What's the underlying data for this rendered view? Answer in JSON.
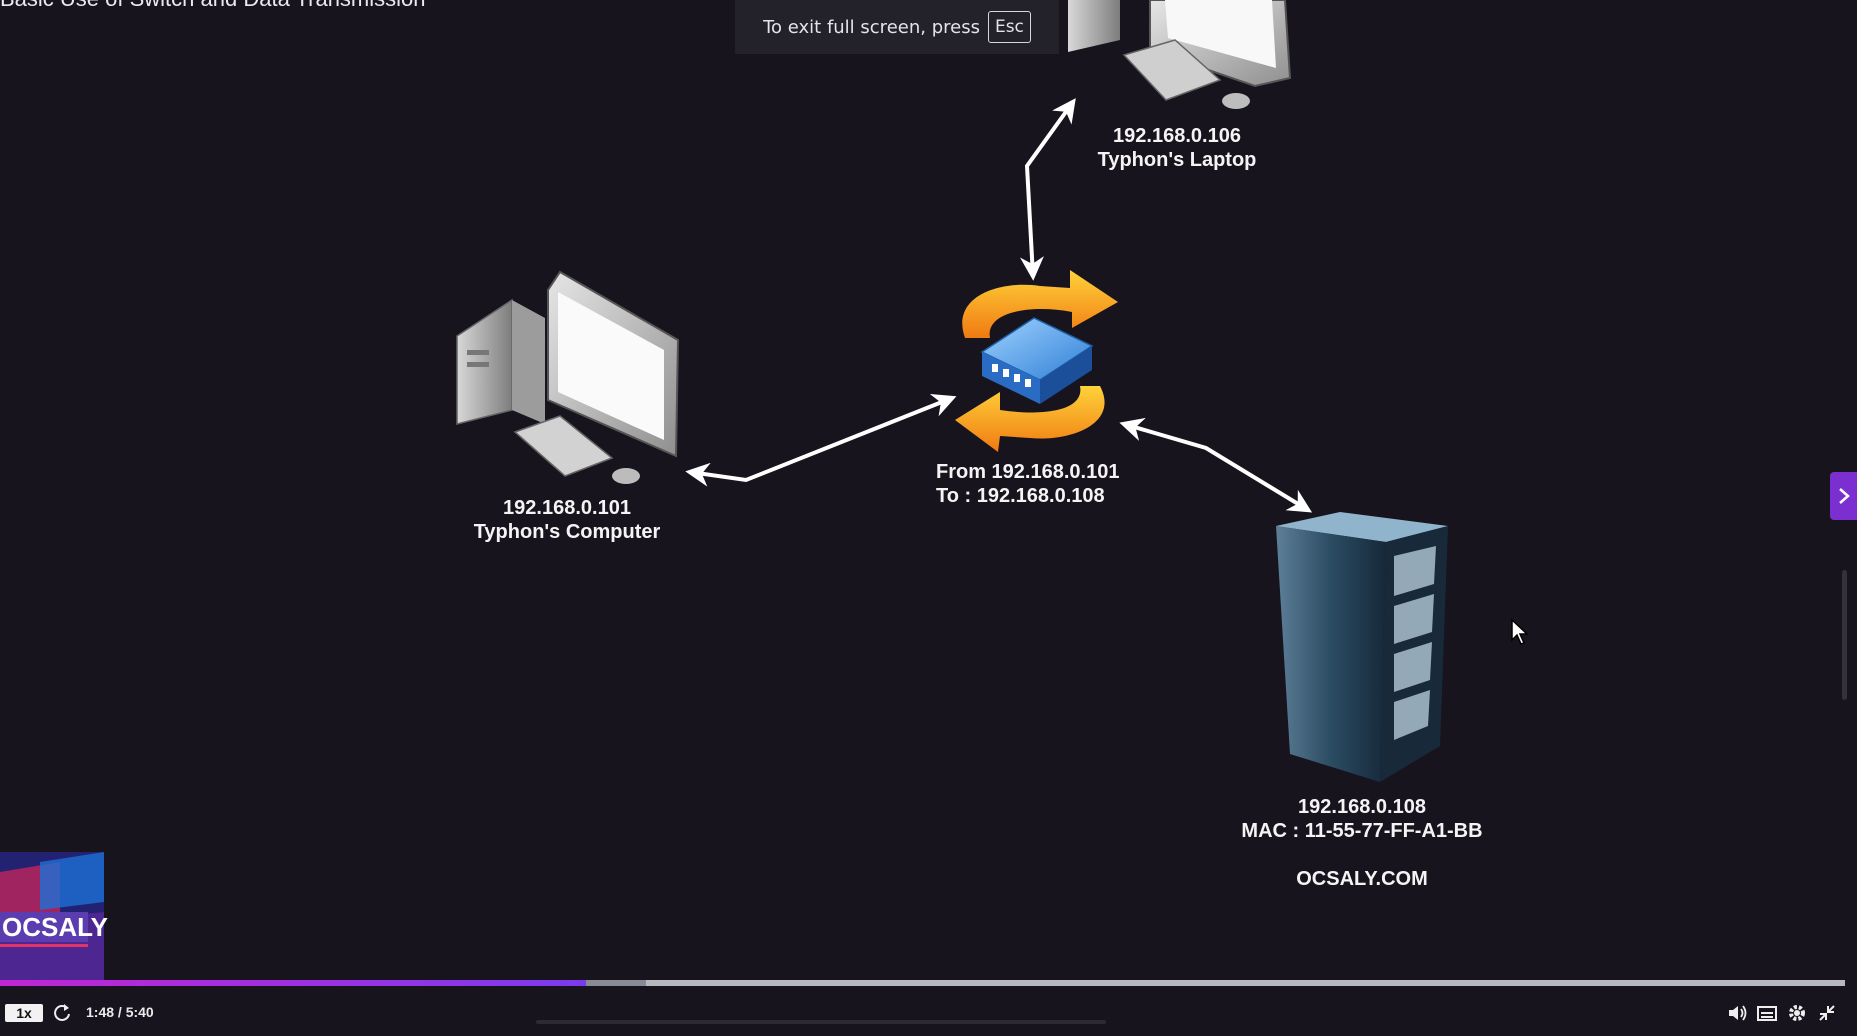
{
  "video": {
    "title": "Basic Use of Switch and Data Transmission",
    "fullscreen_notice": "To exit full screen, press",
    "fullscreen_key": "Esc",
    "speed": "1x",
    "time": "1:48 / 5:40",
    "progress_fraction": 0.3176,
    "buffered_fraction": 0.35,
    "watermark": "OCSALY"
  },
  "diagram": {
    "laptop": {
      "ip": "192.168.0.106",
      "name": "Typhon's Laptop"
    },
    "computer": {
      "ip": "192.168.0.101",
      "name": "Typhon's Computer"
    },
    "switch": {
      "from": "From 192.168.0.101",
      "to": "To : 192.168.0.108"
    },
    "server": {
      "ip": "192.168.0.108",
      "mac": "MAC : 11-55-77-FF-A1-BB",
      "site": "OCSALY.COM"
    }
  },
  "colors": {
    "background": "#17141e",
    "progress": "#9333ea",
    "accent_tab": "#7b2fd1",
    "switch_blue": "#3a8fe0",
    "switch_orange": "#f5a623"
  },
  "icons": [
    "replay-icon",
    "volume-icon",
    "captions-icon",
    "settings-icon",
    "exit-fullscreen-icon",
    "chevron-right-icon"
  ]
}
